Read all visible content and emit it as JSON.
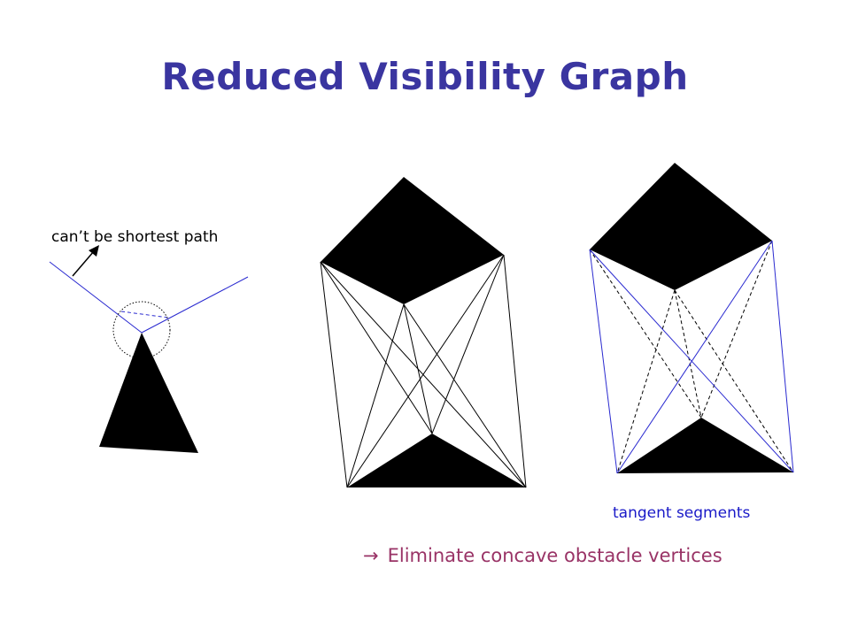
{
  "slide": {
    "title": "Reduced Visibility Graph",
    "annotation_shortest": "can’t be shortest path",
    "annotation_tangent": "tangent segments",
    "conclusion_arrow": "→",
    "conclusion_text": "Eliminate concave obstacle vertices"
  },
  "colors": {
    "title": "#3a35a0",
    "annotation": "#000000",
    "tangent_label": "#1a1ac8",
    "conclusion": "#993366",
    "obstacle": "#000000",
    "tangent_line": "#2a2ad0",
    "visibility_line": "#000000"
  },
  "icons": {
    "conclusion_bullet": "right-arrow-icon"
  }
}
